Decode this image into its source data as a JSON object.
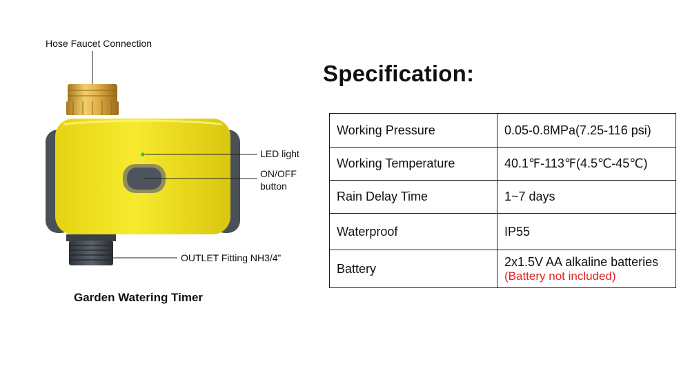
{
  "callouts": {
    "hose": "Hose Faucet Connection",
    "led": "LED light",
    "onoff_line1": "ON/OFF",
    "onoff_line2": "button",
    "outlet": "OUTLET Fitting NH3/4”"
  },
  "caption": "Garden Watering Timer",
  "spec_title": "Specification:",
  "specs": [
    {
      "key": "Working Pressure",
      "value": "0.05-0.8MPa(7.25-116 psi)"
    },
    {
      "key": "Working Temperature",
      "value": "40.1℉-113℉(4.5℃-45℃)"
    },
    {
      "key": "Rain Delay Time",
      "value": "1~7 days"
    },
    {
      "key": "Waterproof",
      "value": "IP55"
    },
    {
      "key": "Battery",
      "value": "2x1.5V AA alkaline batteries",
      "note": "(Battery not included)"
    }
  ],
  "colors": {
    "body_yellow": "#f2e21c",
    "side_grip": "#4a5058",
    "brass": "#d9a73a",
    "led": "#22c04a",
    "note_red": "#e02020"
  }
}
